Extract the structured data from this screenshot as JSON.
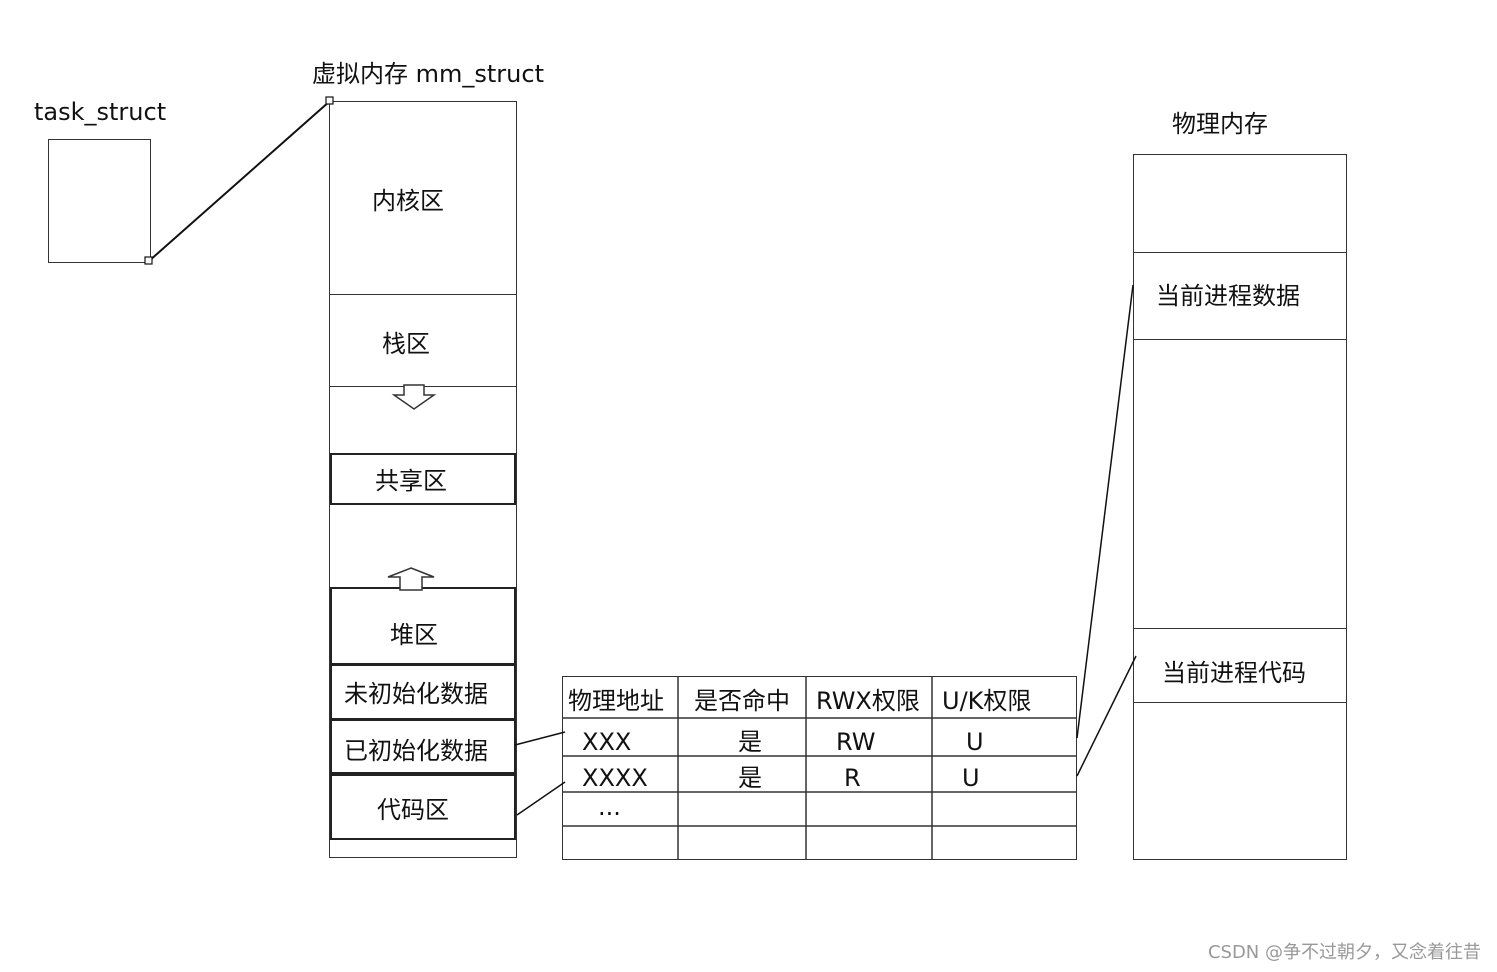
{
  "task_struct": {
    "label": "task_struct"
  },
  "mm_struct": {
    "label": "虚拟内存 mm_struct",
    "regions": {
      "kernel": "内核区",
      "stack": "栈区",
      "shared": "共享区",
      "heap": "堆区",
      "bss": "未初始化数据",
      "data": "已初始化数据",
      "code": "代码区"
    }
  },
  "page_table": {
    "headers": [
      "物理地址",
      "是否命中",
      "RWX权限",
      "U/K权限"
    ],
    "rows": [
      [
        "XXX",
        "是",
        "RW",
        "U"
      ],
      [
        "XXXX",
        "是",
        "R",
        "U"
      ],
      [
        "...",
        "",
        "",
        ""
      ],
      [
        "",
        "",
        "",
        ""
      ]
    ]
  },
  "physical_memory": {
    "label": "物理内存",
    "regions": {
      "data": "当前进程数据",
      "code": "当前进程代码"
    }
  },
  "watermark": "CSDN @争不过朝夕，又念着往昔"
}
